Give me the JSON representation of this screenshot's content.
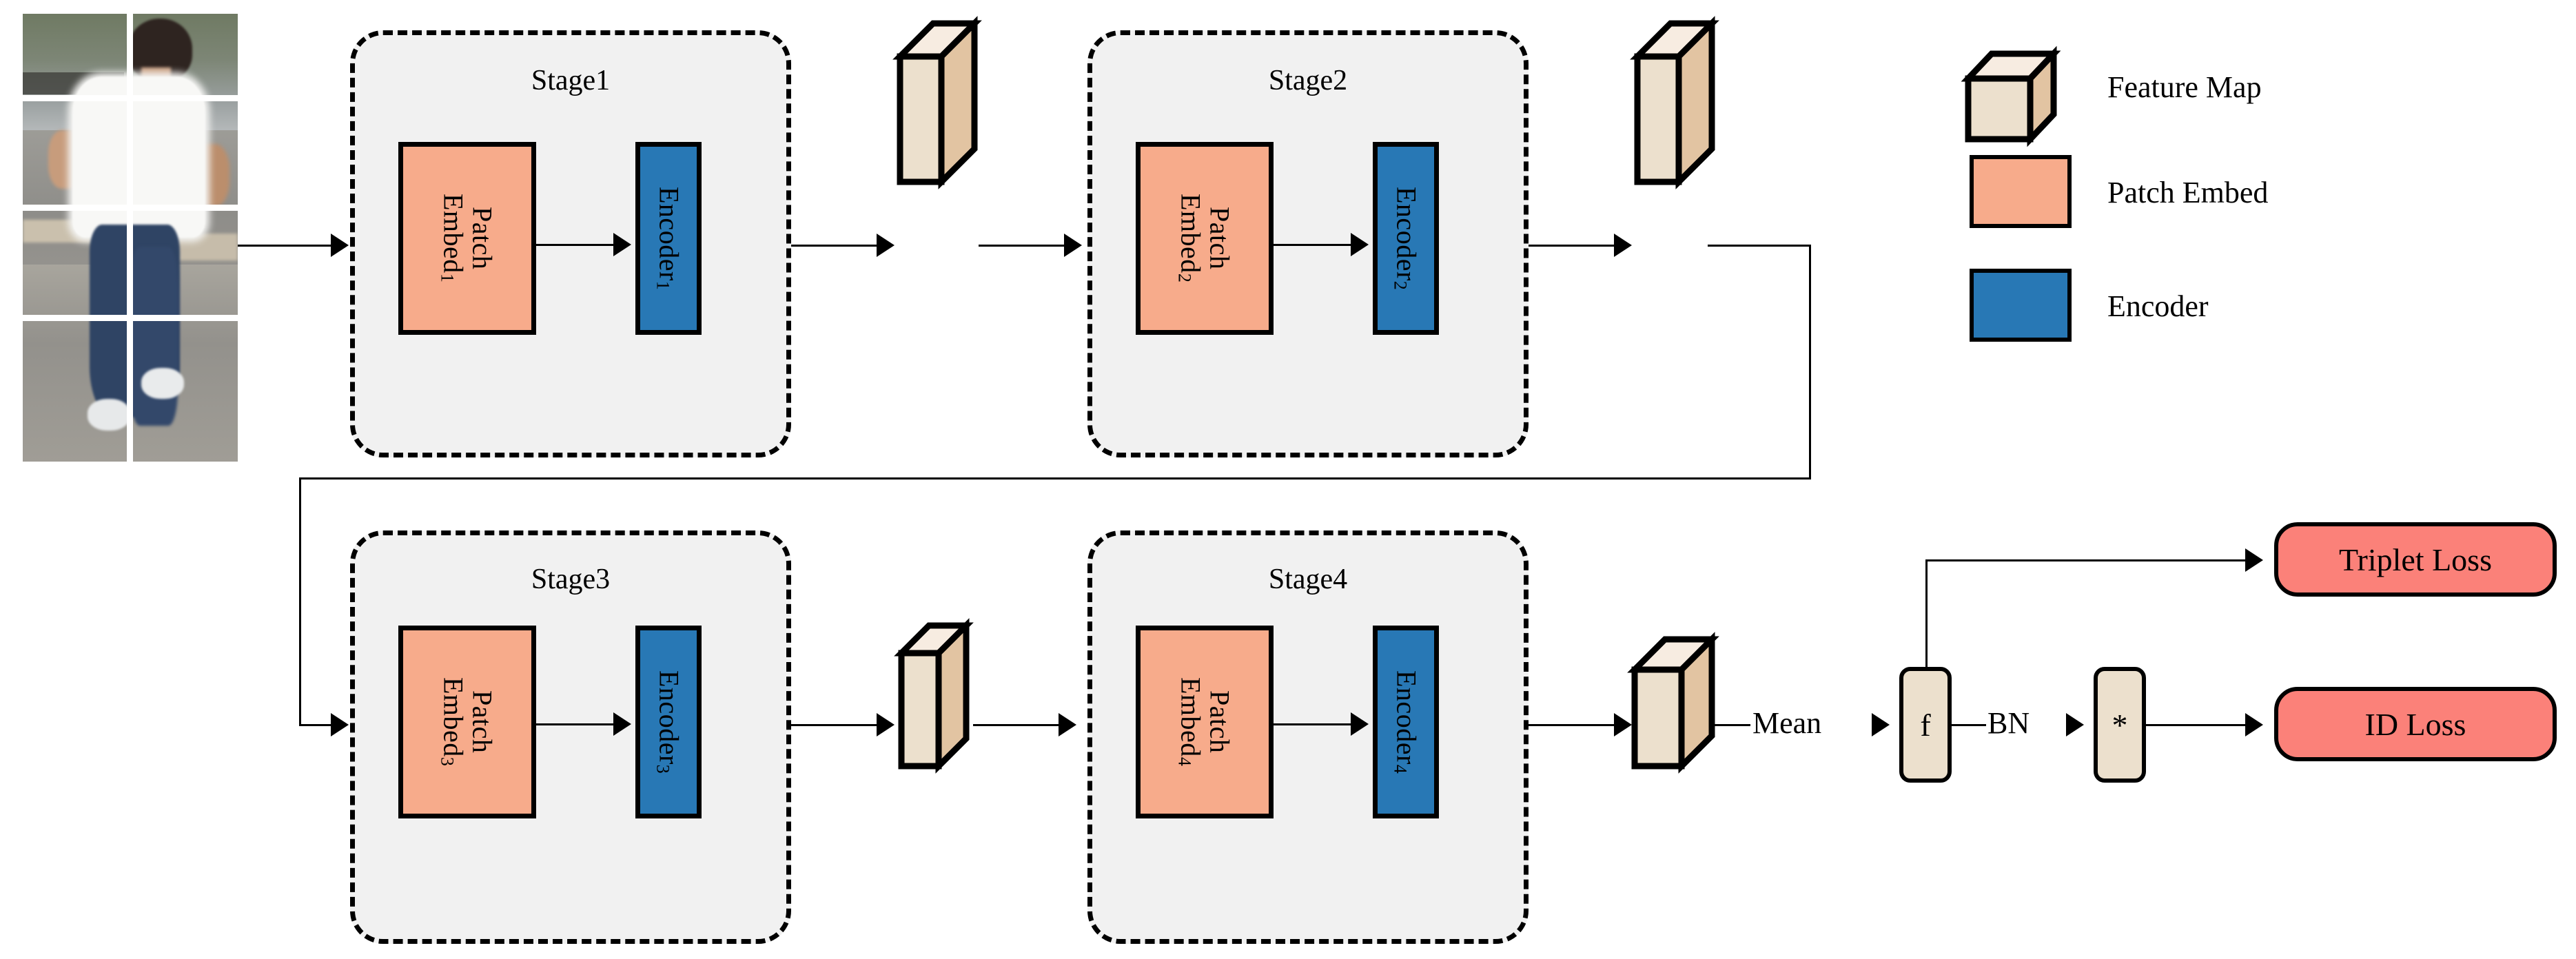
{
  "diagram": {
    "title": "Multi-stage Vision Transformer person re-identification pipeline",
    "input": {
      "name": "person-image",
      "alt": "Pedestrian image split into a 2x4 patch grid"
    },
    "stages": [
      {
        "id": "stage1",
        "label": "Stage1",
        "patch_embed": {
          "line1": "Patch",
          "line2": "Embed",
          "sub": "1"
        },
        "encoder": {
          "text": "Encoder",
          "sub": "1"
        }
      },
      {
        "id": "stage2",
        "label": "Stage2",
        "patch_embed": {
          "line1": "Patch",
          "line2": "Embed",
          "sub": "2"
        },
        "encoder": {
          "text": "Encoder",
          "sub": "2"
        }
      },
      {
        "id": "stage3",
        "label": "Stage3",
        "patch_embed": {
          "line1": "Patch",
          "line2": "Embed",
          "sub": "3"
        },
        "encoder": {
          "text": "Encoder",
          "sub": "3"
        }
      },
      {
        "id": "stage4",
        "label": "Stage4",
        "patch_embed": {
          "line1": "Patch",
          "line2": "Embed",
          "sub": "4"
        },
        "encoder": {
          "text": "Encoder",
          "sub": "4"
        }
      }
    ],
    "feature_maps": [
      {
        "id": "fm1",
        "after": "stage1"
      },
      {
        "id": "fm2",
        "after": "stage2"
      },
      {
        "id": "fm3",
        "after": "stage3"
      },
      {
        "id": "fm4",
        "after": "stage4"
      }
    ],
    "head": {
      "mean_label": "Mean",
      "feature_node": "f",
      "bn_label": "BN",
      "star_node": "*",
      "triplet_loss": "Triplet Loss",
      "id_loss": "ID Loss"
    },
    "legend": {
      "items": [
        {
          "key": "feature-map",
          "label": "Feature Map",
          "swatch": "cube"
        },
        {
          "key": "patch-embed",
          "label": "Patch Embed",
          "swatch": "rect",
          "color": "#f7ab8b"
        },
        {
          "key": "encoder",
          "label": "Encoder",
          "swatch": "rect",
          "color": "#2878b5"
        }
      ]
    },
    "colors": {
      "patch_embed": "#f7ab8b",
      "encoder": "#2878b5",
      "stage_bg": "#f1f1f1",
      "feature_front": "#ece0cd",
      "feature_side": "#e2c4a2",
      "feature_top": "#f7ece1",
      "loss": "#fb8179",
      "node": "#ece0cd",
      "stroke": "#000000"
    }
  }
}
